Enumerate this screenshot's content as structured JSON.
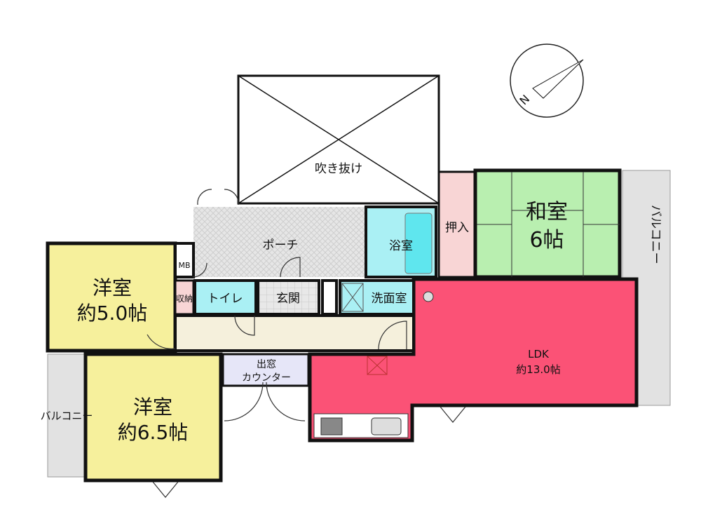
{
  "compass": {
    "label": "N"
  },
  "rooms": {
    "void": "吹き抜け",
    "porch": "ポーチ",
    "bath": "浴室",
    "closet_jp": "押入",
    "washitsu": {
      "name": "和室",
      "size": "6帖"
    },
    "balcony_right": "バルコニー",
    "mb": "MB",
    "storage": "収納",
    "toilet": "トイレ",
    "entrance": "玄関",
    "washroom": "洗面室",
    "youshitsu1": {
      "name": "洋室",
      "size": "約5.0帖"
    },
    "youshitsu2": {
      "name": "洋室",
      "size": "約6.5帖"
    },
    "bay_window": {
      "line1": "出窓",
      "line2": "カウンター"
    },
    "ldk": {
      "name": "LDK",
      "size": "約13.0帖"
    },
    "balcony_left": "バルコニー"
  },
  "colors": {
    "western": "#f6f09c",
    "ldk": "#fb5276",
    "japanese": "#b9efb0",
    "water": "#aaf0f4",
    "closet": "#f8d5d5",
    "hall": "#f5f0dc",
    "porch": "#e6e6e6",
    "balcony": "#e2e2e2",
    "bay": "#e6e6f8"
  }
}
